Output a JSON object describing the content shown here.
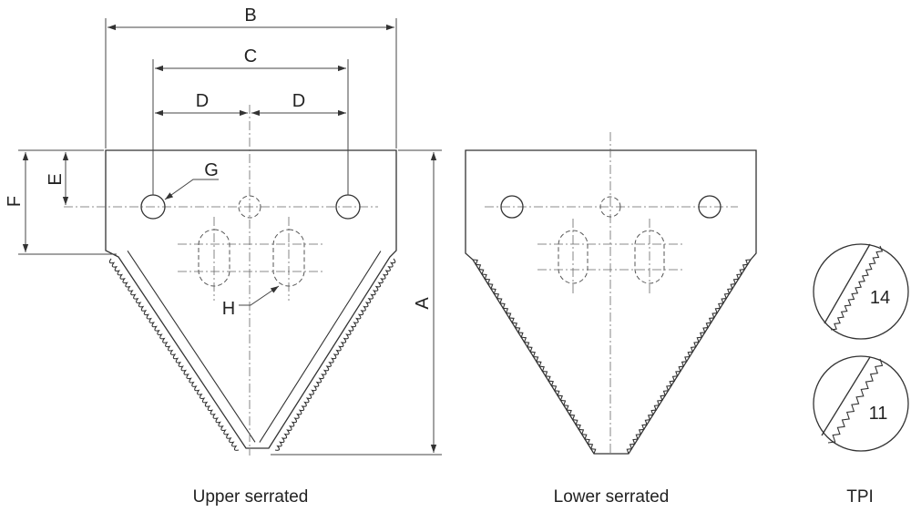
{
  "dimensions": {
    "a": "A",
    "b": "B",
    "c": "C",
    "d_left": "D",
    "d_right": "D",
    "e": "E",
    "f": "F",
    "g": "G",
    "h": "H"
  },
  "captions": {
    "upper": "Upper serrated",
    "lower": "Lower serrated",
    "tpi": "TPI"
  },
  "tpi_values": {
    "fine": "14",
    "coarse": "11"
  }
}
